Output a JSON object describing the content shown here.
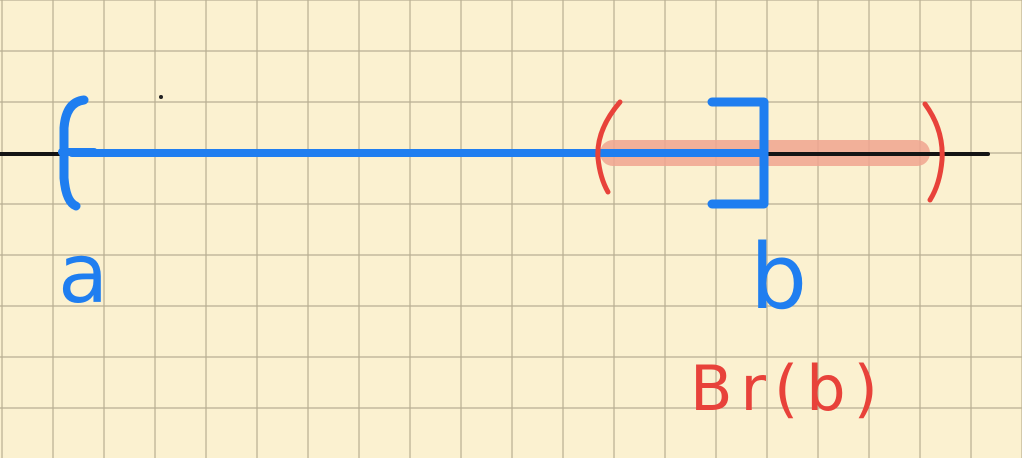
{
  "colors": {
    "paper": "#fbf1d0",
    "grid": "#b8ae92",
    "axis": "#141414",
    "interval": "#1f7ef0",
    "neighborhood": "#e8423a",
    "highlight": "#f0a58f"
  },
  "labels": {
    "a": "a",
    "b": "b",
    "ball": "Br(b)"
  }
}
